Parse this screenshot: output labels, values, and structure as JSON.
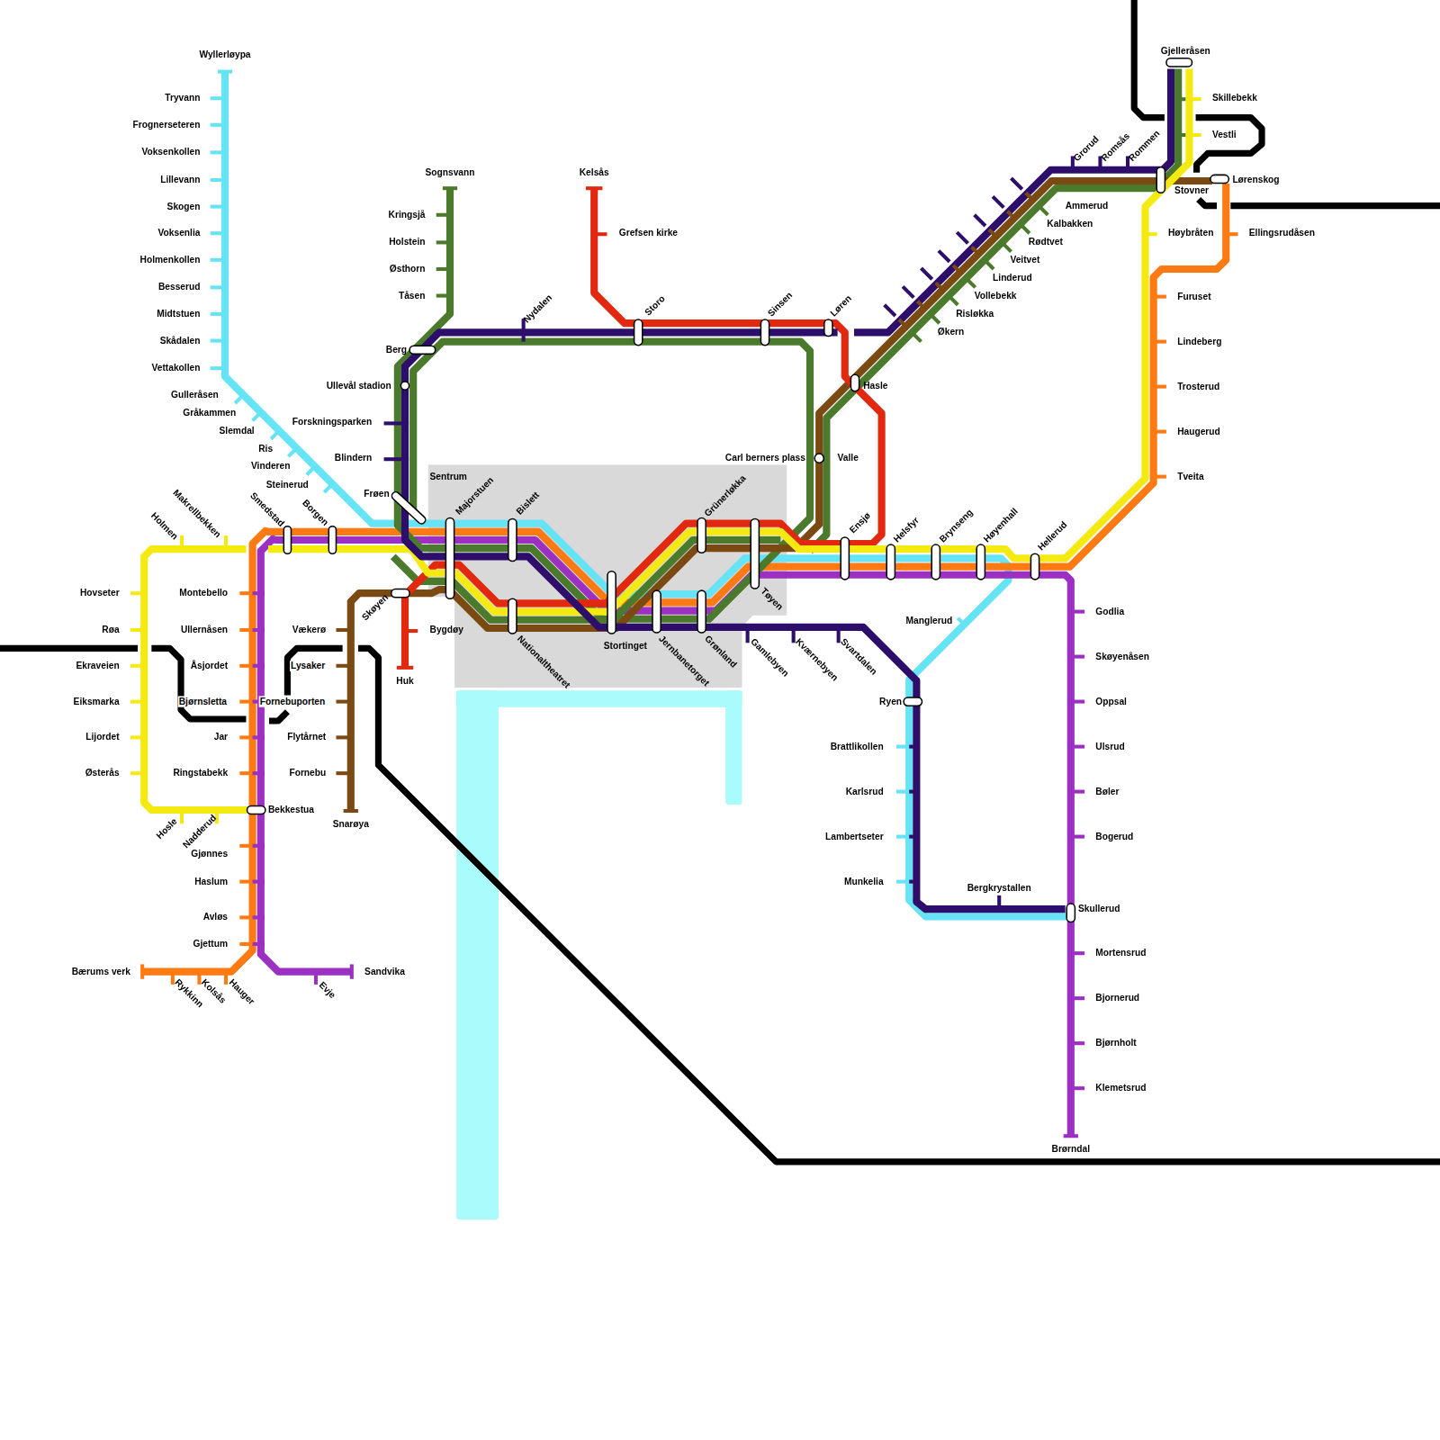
{
  "diagram": {
    "nodes": [
      {
        "text": [
          "Sentrum"
        ]
      }
    ],
    "labels": [
      "Wyllerløypa",
      "Tryvann",
      "Frognerseteren",
      "Voksenkollen",
      "Lillevann",
      "Skogen",
      "Voksenlia",
      "Holmenkollen",
      "Besserud",
      "Midtstuen",
      "Skådalen",
      "Vettakollen",
      "Gulleråsen",
      "Gråkammen",
      "Slemdal",
      "Ris",
      "Vinderen",
      "Steinerud",
      "Sognsvann",
      "Kringsjå",
      "Holstein",
      "Østhorn",
      "Tåsen",
      "Kelsås",
      "Grefsen kirke",
      "Nydalen",
      "Storo",
      "Sinsen",
      "Løren",
      "Berg",
      "Ullevål stadion",
      "Forskningsparken",
      "Blindern",
      "Frøen",
      "Majorstuen",
      "Bislett",
      "Grünerløkka",
      "Carl berners plass",
      "Valle",
      "Hasle",
      "Ensjø",
      "Helsfyr",
      "Brynseng",
      "Høyenhall",
      "Hellerud",
      "Manglerud",
      "Tøyen",
      "Skøyen",
      "Bygdøy",
      "Huk",
      "Stortinget",
      "Nationaltheatret",
      "Jernbanetorget",
      "Grønland",
      "Gamlebyen",
      "Kværnebyen",
      "Svartdalen",
      "Ryen",
      "Brattlikollen",
      "Karlsrud",
      "Lambertseter",
      "Munkelia",
      "Bergkrystallen",
      "Skullerud",
      "Godlia",
      "Skøyenåsen",
      "Oppsal",
      "Ulsrud",
      "Bøler",
      "Bogerud",
      "Mortensrud",
      "Bjornerud",
      "Bjørnholt",
      "Klemetsrud",
      "Brørndal",
      "Grorud",
      "Romsås",
      "Rommen",
      "Gjelleråsen",
      "Skillebekk",
      "Vestli",
      "Lørenskog",
      "Stovner",
      "Ammerud",
      "Kalbakken",
      "Rødtvet",
      "Veitvet",
      "Linderud",
      "Vollebekk",
      "Risløkka",
      "Økern",
      "Høybråten",
      "Ellingsrudåsen",
      "Furuset",
      "Lindeberg",
      "Trosterud",
      "Haugerud",
      "Tveita",
      "Holmen",
      "Makrellbekken",
      "Smedstad",
      "Borgen",
      "Hovseter",
      "Røa",
      "Ekraveien",
      "Eiksmarka",
      "Lijordet",
      "Østerås",
      "Hosle",
      "Nadderud",
      "Montebello",
      "Ullernåsen",
      "Åsjordet",
      "Bjørnsletta",
      "Jar",
      "Ringstabekk",
      "Bekkestua",
      "Gjønnes",
      "Haslum",
      "Avløs",
      "Gjettum",
      "Bærums verk",
      "Rykkinn",
      "Kolsås",
      "Hauger",
      "Evje",
      "Sandvika",
      "Vækerø",
      "Lysaker",
      "Fornebuporten",
      "Flytårnet",
      "Fornebu",
      "Snarøya"
    ]
  }
}
